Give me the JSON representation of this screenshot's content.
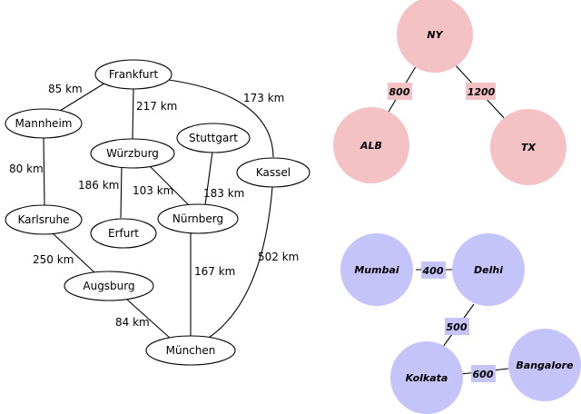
{
  "germany_graph": {
    "nodes": {
      "frankfurt": "Frankfurt",
      "mannheim": "Mannheim",
      "wurzburg": "Würzburg",
      "stuttgart": "Stuttgart",
      "kassel": "Kassel",
      "karlsruhe": "Karlsruhe",
      "erfurt": "Erfurt",
      "nurnberg": "Nürnberg",
      "augsburg": "Augsburg",
      "munchen": "München"
    },
    "edges": {
      "frankfurt_mannheim": "85 km",
      "frankfurt_wurzburg": "217 km",
      "frankfurt_kassel": "173 km",
      "mannheim_karlsruhe": "80 km",
      "wurzburg_erfurt": "186 km",
      "wurzburg_nurnberg": "103 km",
      "stuttgart_nurnberg": "183 km",
      "karlsruhe_augsburg": "250 km",
      "nurnberg_munchen": "167 km",
      "kassel_munchen": "502 km",
      "augsburg_munchen": "84 km"
    }
  },
  "us_graph": {
    "colors": {
      "node": "#f4c2c5",
      "label_box": "#f4c2c5"
    },
    "nodes": {
      "ny": "NY",
      "alb": "ALB",
      "tx": "TX"
    },
    "edges": {
      "ny_alb": "800",
      "ny_tx": "1200"
    }
  },
  "india_graph": {
    "colors": {
      "node": "#c4c4fa",
      "label_box": "#c4c4fa"
    },
    "nodes": {
      "mumbai": "Mumbai",
      "delhi": "Delhi",
      "kolkata": "Kolkata",
      "bangalore": "Bangalore"
    },
    "edges": {
      "mumbai_delhi": "400",
      "delhi_kolkata": "500",
      "kolkata_bangalore": "600"
    }
  }
}
